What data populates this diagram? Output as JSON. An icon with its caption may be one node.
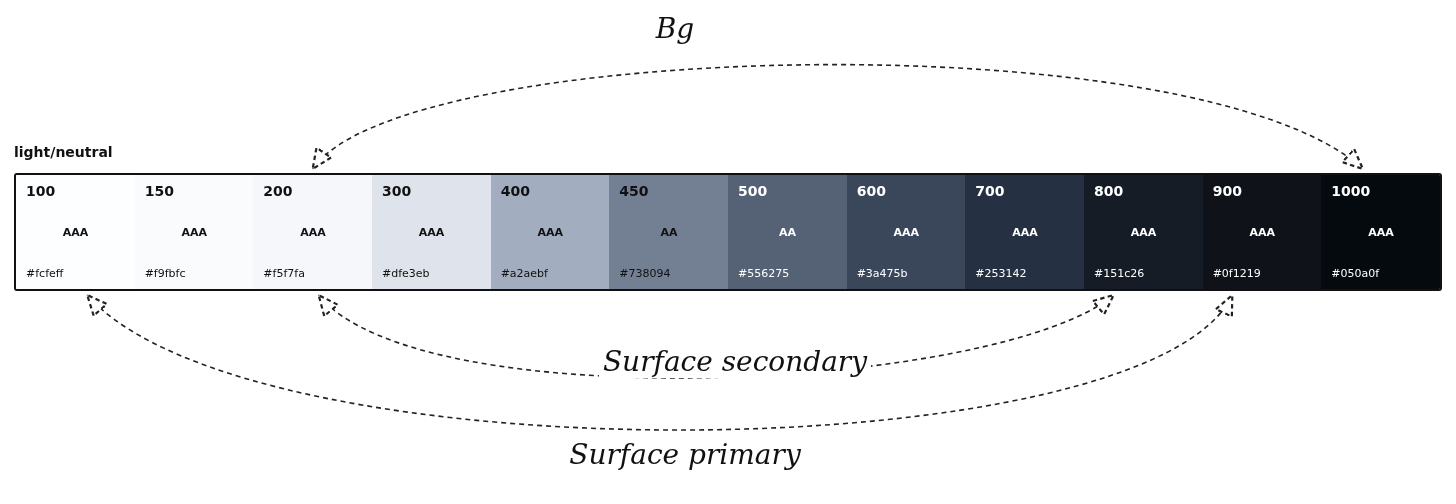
{
  "diagram": {
    "nodes": [
      {
        "text": [
          "light/neutral"
        ]
      },
      {
        "text": [
          "100",
          "AAA",
          "#fcfeff"
        ],
        "in": 0
      },
      {
        "text": [
          "150",
          "AAA",
          "#f9fbfc"
        ],
        "in": 0
      },
      {
        "text": [
          "200",
          "AAA",
          "#f5f7fa"
        ],
        "in": 0
      },
      {
        "text": [
          "300",
          "AAA",
          "#dfe3eb"
        ],
        "in": 0
      },
      {
        "text": [
          "400",
          "AAA",
          "#a2aebf"
        ],
        "in": 0
      },
      {
        "text": [
          "450",
          "AA",
          "#738094"
        ],
        "in": 0
      },
      {
        "text": [
          "500",
          "AA",
          "#556275"
        ],
        "in": 0
      },
      {
        "text": [
          "600",
          "AAA",
          "#3a475b"
        ],
        "in": 0
      },
      {
        "text": [
          "700",
          "AAA",
          "#253142"
        ],
        "in": 0
      },
      {
        "text": [
          "800",
          "AAA",
          "#151c26"
        ],
        "in": 0
      },
      {
        "text": [
          "900",
          "AAA",
          "#0f1219"
        ],
        "in": 0
      },
      {
        "text": [
          "1000",
          "AAA",
          "#050a0f"
        ],
        "in": 0
      }
    ],
    "edges": [
      {
        "from": 3,
        "to": 12,
        "arrow": "both",
        "label": "Bg",
        "style": "dashed"
      },
      {
        "from": 3,
        "to": 10,
        "arrow": "both",
        "label": "Surface secondary",
        "style": "dashed"
      },
      {
        "from": 1,
        "to": 11,
        "arrow": "both",
        "label": "Surface primary",
        "style": "dashed"
      }
    ]
  }
}
